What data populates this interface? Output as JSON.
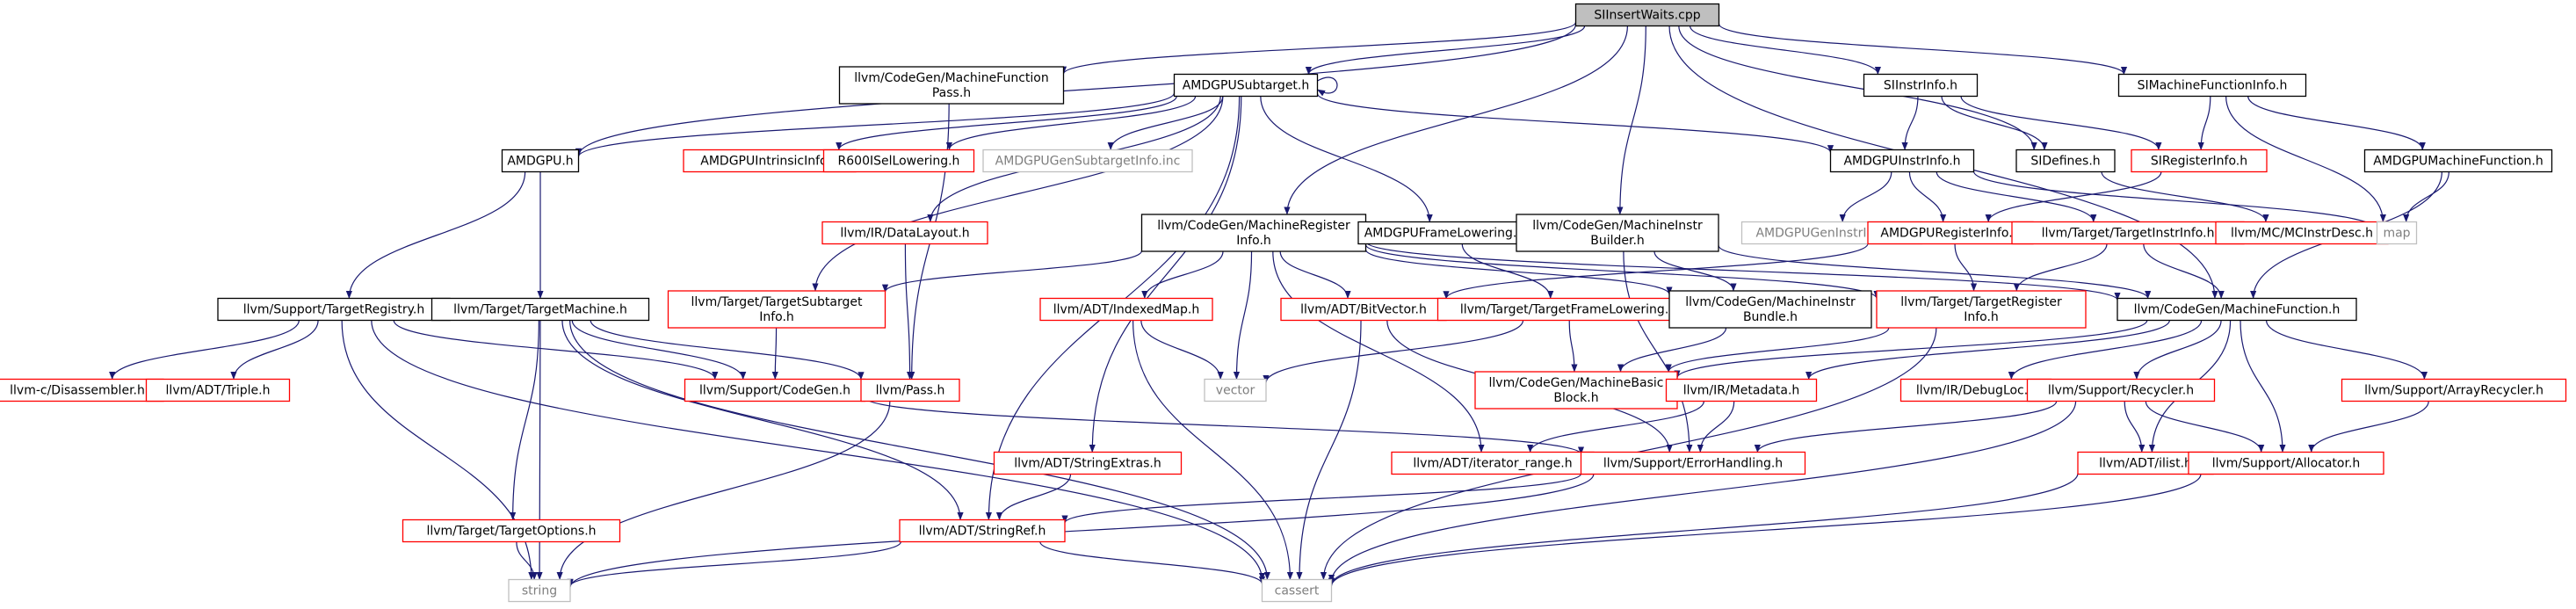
{
  "colors": {
    "edge": "#191970",
    "border_defined": "#000000",
    "border_undocumented": "#ff0000",
    "border_system": "#bfbfbf",
    "text_default": "#000000",
    "text_system": "#7f7f7f",
    "root_fill": "#bfbfbf"
  },
  "nodes": [
    {
      "id": "root",
      "kind": "root",
      "lines": [
        "SIInsertWaits.cpp"
      ]
    },
    {
      "id": "mfpass",
      "kind": "defined",
      "lines": [
        "llvm/CodeGen/MachineFunction",
        "Pass.h"
      ]
    },
    {
      "id": "subtarget",
      "kind": "defined",
      "lines": [
        "AMDGPUSubtarget.h"
      ]
    },
    {
      "id": "siinstrinfo",
      "kind": "defined",
      "lines": [
        "SIInstrInfo.h"
      ]
    },
    {
      "id": "simfi",
      "kind": "defined",
      "lines": [
        "SIMachineFunctionInfo.h"
      ]
    },
    {
      "id": "amdgpu",
      "kind": "defined",
      "lines": [
        "AMDGPU.h"
      ]
    },
    {
      "id": "intrinsicinfo",
      "kind": "undocumented",
      "lines": [
        "AMDGPUIntrinsicInfo.h"
      ]
    },
    {
      "id": "r600isel",
      "kind": "undocumented",
      "lines": [
        "R600ISelLowering.h"
      ]
    },
    {
      "id": "gensubtarget",
      "kind": "system",
      "lines": [
        "AMDGPUGenSubtargetInfo.inc"
      ]
    },
    {
      "id": "amdgpuinstrinfo",
      "kind": "defined",
      "lines": [
        "AMDGPUInstrInfo.h"
      ]
    },
    {
      "id": "sidefines",
      "kind": "defined",
      "lines": [
        "SIDefines.h"
      ]
    },
    {
      "id": "siregisterinfo",
      "kind": "undocumented",
      "lines": [
        "SIRegisterInfo.h"
      ]
    },
    {
      "id": "amdgpumf",
      "kind": "defined",
      "lines": [
        "AMDGPUMachineFunction.h"
      ]
    },
    {
      "id": "datalayout",
      "kind": "undocumented",
      "lines": [
        "llvm/IR/DataLayout.h"
      ]
    },
    {
      "id": "mri",
      "kind": "defined",
      "lines": [
        "llvm/CodeGen/MachineRegister",
        "Info.h"
      ]
    },
    {
      "id": "framelowering",
      "kind": "defined",
      "lines": [
        "AMDGPUFrameLowering.h"
      ]
    },
    {
      "id": "mib",
      "kind": "defined",
      "lines": [
        "llvm/CodeGen/MachineInstr",
        "Builder.h"
      ]
    },
    {
      "id": "geninstrinfo",
      "kind": "system",
      "lines": [
        "AMDGPUGenInstrInfo.inc"
      ]
    },
    {
      "id": "amdgpuregisterinfo",
      "kind": "undocumented",
      "lines": [
        "AMDGPURegisterInfo.h"
      ]
    },
    {
      "id": "targetinstrinfo",
      "kind": "undocumented",
      "lines": [
        "llvm/Target/TargetInstrInfo.h"
      ]
    },
    {
      "id": "mcinstrdesc",
      "kind": "undocumented",
      "lines": [
        "llvm/MC/MCInstrDesc.h"
      ]
    },
    {
      "id": "map",
      "kind": "system",
      "lines": [
        "map"
      ]
    },
    {
      "id": "targetregistry",
      "kind": "defined",
      "lines": [
        "llvm/Support/TargetRegistry.h"
      ]
    },
    {
      "id": "targetmachine",
      "kind": "defined",
      "lines": [
        "llvm/Target/TargetMachine.h"
      ]
    },
    {
      "id": "targetsubtarget",
      "kind": "undocumented",
      "lines": [
        "llvm/Target/TargetSubtarget",
        "Info.h"
      ]
    },
    {
      "id": "indexedmap",
      "kind": "undocumented",
      "lines": [
        "llvm/ADT/IndexedMap.h"
      ]
    },
    {
      "id": "bitvector",
      "kind": "undocumented",
      "lines": [
        "llvm/ADT/BitVector.h"
      ]
    },
    {
      "id": "targetframelowering",
      "kind": "undocumented",
      "lines": [
        "llvm/Target/TargetFrameLowering.h"
      ]
    },
    {
      "id": "mibundle",
      "kind": "defined",
      "lines": [
        "llvm/CodeGen/MachineInstr",
        "Bundle.h"
      ]
    },
    {
      "id": "targetregisterinfo",
      "kind": "undocumented",
      "lines": [
        "llvm/Target/TargetRegister",
        "Info.h"
      ]
    },
    {
      "id": "machinefunction",
      "kind": "defined",
      "lines": [
        "llvm/CodeGen/MachineFunction.h"
      ]
    },
    {
      "id": "disassembler",
      "kind": "undocumented",
      "lines": [
        "llvm-c/Disassembler.h"
      ]
    },
    {
      "id": "triple",
      "kind": "undocumented",
      "lines": [
        "llvm/ADT/Triple.h"
      ]
    },
    {
      "id": "codegen",
      "kind": "undocumented",
      "lines": [
        "llvm/Support/CodeGen.h"
      ]
    },
    {
      "id": "pass",
      "kind": "undocumented",
      "lines": [
        "llvm/Pass.h"
      ]
    },
    {
      "id": "vector",
      "kind": "system",
      "lines": [
        "vector"
      ]
    },
    {
      "id": "mbb",
      "kind": "undocumented",
      "lines": [
        "llvm/CodeGen/MachineBasic",
        "Block.h"
      ]
    },
    {
      "id": "metadata",
      "kind": "undocumented",
      "lines": [
        "llvm/IR/Metadata.h"
      ]
    },
    {
      "id": "debugloc",
      "kind": "undocumented",
      "lines": [
        "llvm/IR/DebugLoc.h"
      ]
    },
    {
      "id": "recycler",
      "kind": "undocumented",
      "lines": [
        "llvm/Support/Recycler.h"
      ]
    },
    {
      "id": "arrayrecycler",
      "kind": "undocumented",
      "lines": [
        "llvm/Support/ArrayRecycler.h"
      ]
    },
    {
      "id": "stringextras",
      "kind": "undocumented",
      "lines": [
        "llvm/ADT/StringExtras.h"
      ]
    },
    {
      "id": "iteratorrange",
      "kind": "undocumented",
      "lines": [
        "llvm/ADT/iterator_range.h"
      ]
    },
    {
      "id": "errorhandling",
      "kind": "undocumented",
      "lines": [
        "llvm/Support/ErrorHandling.h"
      ]
    },
    {
      "id": "ilist",
      "kind": "undocumented",
      "lines": [
        "llvm/ADT/ilist.h"
      ]
    },
    {
      "id": "allocator",
      "kind": "undocumented",
      "lines": [
        "llvm/Support/Allocator.h"
      ]
    },
    {
      "id": "targetoptions",
      "kind": "undocumented",
      "lines": [
        "llvm/Target/TargetOptions.h"
      ]
    },
    {
      "id": "stringref",
      "kind": "undocumented",
      "lines": [
        "llvm/ADT/StringRef.h"
      ]
    },
    {
      "id": "string",
      "kind": "system",
      "lines": [
        "string"
      ]
    },
    {
      "id": "cassert",
      "kind": "system",
      "lines": [
        "cassert"
      ]
    }
  ],
  "edges": [
    [
      "root",
      "mfpass"
    ],
    [
      "root",
      "subtarget"
    ],
    [
      "root",
      "siinstrinfo"
    ],
    [
      "root",
      "simfi"
    ],
    [
      "root",
      "amdgpu"
    ],
    [
      "root",
      "mri"
    ],
    [
      "root",
      "mib"
    ],
    [
      "root",
      "sidefines"
    ],
    [
      "root",
      "machinefunction"
    ],
    [
      "mfpass",
      "pass"
    ],
    [
      "subtarget",
      "subtarget"
    ],
    [
      "subtarget",
      "amdgpu"
    ],
    [
      "subtarget",
      "intrinsicinfo"
    ],
    [
      "subtarget",
      "r600isel"
    ],
    [
      "subtarget",
      "gensubtarget"
    ],
    [
      "subtarget",
      "amdgpuinstrinfo"
    ],
    [
      "subtarget",
      "datalayout"
    ],
    [
      "subtarget",
      "framelowering"
    ],
    [
      "subtarget",
      "targetsubtarget"
    ],
    [
      "subtarget",
      "stringextras"
    ],
    [
      "subtarget",
      "stringref"
    ],
    [
      "siinstrinfo",
      "amdgpuinstrinfo"
    ],
    [
      "siinstrinfo",
      "sidefines"
    ],
    [
      "siinstrinfo",
      "siregisterinfo"
    ],
    [
      "simfi",
      "siregisterinfo"
    ],
    [
      "simfi",
      "amdgpumf"
    ],
    [
      "simfi",
      "map"
    ],
    [
      "amdgpu",
      "targetregistry"
    ],
    [
      "amdgpu",
      "targetmachine"
    ],
    [
      "amdgpuinstrinfo",
      "geninstrinfo"
    ],
    [
      "amdgpuinstrinfo",
      "amdgpuregisterinfo"
    ],
    [
      "amdgpuinstrinfo",
      "targetinstrinfo"
    ],
    [
      "amdgpuinstrinfo",
      "map"
    ],
    [
      "sidefines",
      "mcinstrdesc"
    ],
    [
      "siregisterinfo",
      "amdgpuregisterinfo"
    ],
    [
      "amdgpumf",
      "machinefunction"
    ],
    [
      "amdgpumf",
      "map"
    ],
    [
      "datalayout",
      "pass"
    ],
    [
      "mri",
      "targetsubtarget"
    ],
    [
      "mri",
      "indexedmap"
    ],
    [
      "mri",
      "bitvector"
    ],
    [
      "mri",
      "vector"
    ],
    [
      "mri",
      "mibundle"
    ],
    [
      "mri",
      "targetregisterinfo"
    ],
    [
      "mri",
      "machinefunction"
    ],
    [
      "mri",
      "iteratorrange"
    ],
    [
      "framelowering",
      "targetframelowering"
    ],
    [
      "mib",
      "mibundle"
    ],
    [
      "mib",
      "machinefunction"
    ],
    [
      "mib",
      "errorhandling"
    ],
    [
      "amdgpuregisterinfo",
      "targetregisterinfo"
    ],
    [
      "amdgpuregisterinfo",
      "bitvector"
    ],
    [
      "targetinstrinfo",
      "targetregisterinfo"
    ],
    [
      "targetinstrinfo",
      "machinefunction"
    ],
    [
      "targetregistry",
      "disassembler"
    ],
    [
      "targetregistry",
      "triple"
    ],
    [
      "targetregistry",
      "codegen"
    ],
    [
      "targetregistry",
      "string"
    ],
    [
      "targetregistry",
      "cassert"
    ],
    [
      "targetmachine",
      "codegen"
    ],
    [
      "targetmachine",
      "pass"
    ],
    [
      "targetmachine",
      "targetoptions"
    ],
    [
      "targetmachine",
      "stringref"
    ],
    [
      "targetmachine",
      "string"
    ],
    [
      "targetmachine",
      "cassert"
    ],
    [
      "targetsubtarget",
      "codegen"
    ],
    [
      "indexedmap",
      "vector"
    ],
    [
      "indexedmap",
      "cassert"
    ],
    [
      "bitvector",
      "errorhandling"
    ],
    [
      "bitvector",
      "cassert"
    ],
    [
      "targetframelowering",
      "mbb"
    ],
    [
      "targetframelowering",
      "vector"
    ],
    [
      "mibundle",
      "mbb"
    ],
    [
      "targetregisterinfo",
      "mbb"
    ],
    [
      "targetregisterinfo",
      "cassert"
    ],
    [
      "machinefunction",
      "mbb"
    ],
    [
      "machinefunction",
      "metadata"
    ],
    [
      "machinefunction",
      "debugloc"
    ],
    [
      "machinefunction",
      "recycler"
    ],
    [
      "machinefunction",
      "arrayrecycler"
    ],
    [
      "machinefunction",
      "ilist"
    ],
    [
      "machinefunction",
      "allocator"
    ],
    [
      "codegen",
      "errorhandling"
    ],
    [
      "pass",
      "string"
    ],
    [
      "metadata",
      "iteratorrange"
    ],
    [
      "metadata",
      "errorhandling"
    ],
    [
      "recycler",
      "ilist"
    ],
    [
      "recycler",
      "allocator"
    ],
    [
      "recycler",
      "errorhandling"
    ],
    [
      "recycler",
      "cassert"
    ],
    [
      "arrayrecycler",
      "allocator"
    ],
    [
      "stringextras",
      "stringref"
    ],
    [
      "errorhandling",
      "stringref"
    ],
    [
      "errorhandling",
      "string"
    ],
    [
      "ilist",
      "cassert"
    ],
    [
      "allocator",
      "cassert"
    ],
    [
      "targetoptions",
      "string"
    ],
    [
      "stringref",
      "string"
    ],
    [
      "stringref",
      "cassert"
    ]
  ]
}
